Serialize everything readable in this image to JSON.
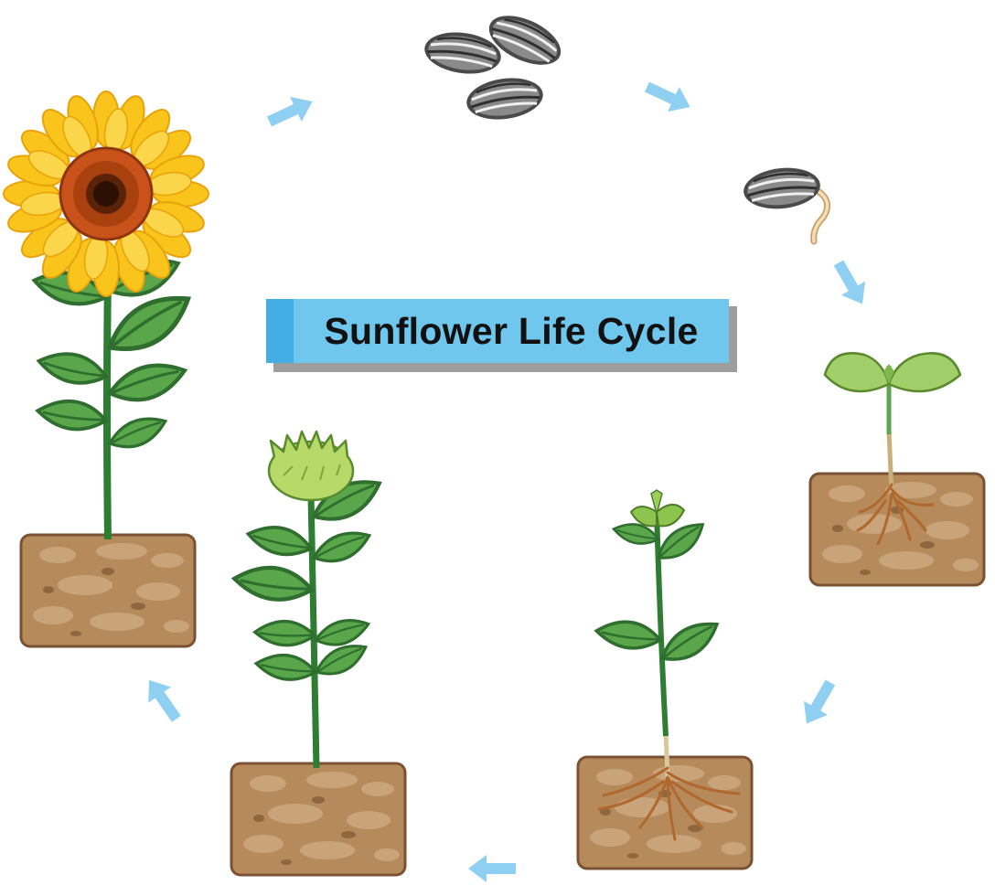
{
  "title": "Sunflower Life Cycle",
  "stages": [
    {
      "id": "seeds",
      "icon": "seeds-icon"
    },
    {
      "id": "germinating-seed",
      "icon": "germinating-seed-icon"
    },
    {
      "id": "seedling",
      "icon": "seedling-icon"
    },
    {
      "id": "young-plant",
      "icon": "young-plant-icon"
    },
    {
      "id": "budding-plant",
      "icon": "budding-plant-icon"
    },
    {
      "id": "mature-sunflower",
      "icon": "sunflower-icon"
    }
  ],
  "colors": {
    "title_box": "#6fc7ee",
    "title_accent": "#43aee3",
    "title_shadow": "#9e9e9e",
    "arrow": "#8fd0f2",
    "soil": "#b78a5c",
    "soil_dark": "#7a5233",
    "leaf": "#5aa64a",
    "leaf_dark": "#2f6e2e",
    "stem": "#2e7d32",
    "petal": "#f9c41c",
    "petal_dark": "#e9a20b",
    "flower_center": "#c8521a",
    "seed": "#8a8a8a",
    "root": "#b0682c"
  }
}
